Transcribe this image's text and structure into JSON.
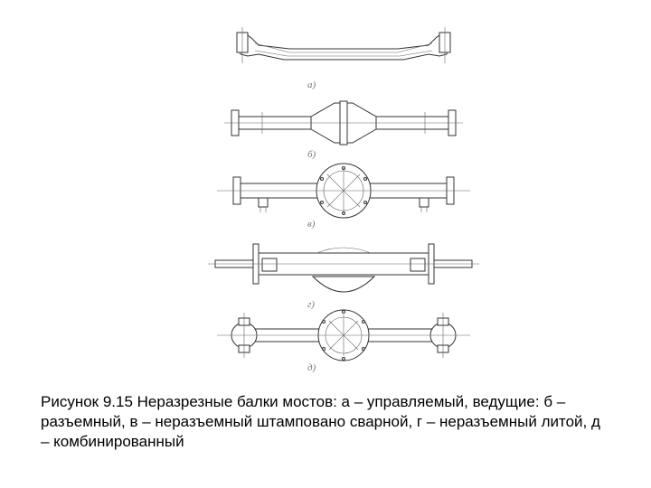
{
  "figure": {
    "labels": [
      "а)",
      "б)",
      "в)",
      "г)",
      "д)"
    ]
  },
  "caption": "Рисунок 9.15 Неразрезные балки мостов: а – управляемый, ведущие: б – разъемный, в – неразъемный штамповано сварной, г – неразъемный литой, д – комбинированный",
  "colors": {
    "line": "#333333",
    "label": "#777777"
  }
}
